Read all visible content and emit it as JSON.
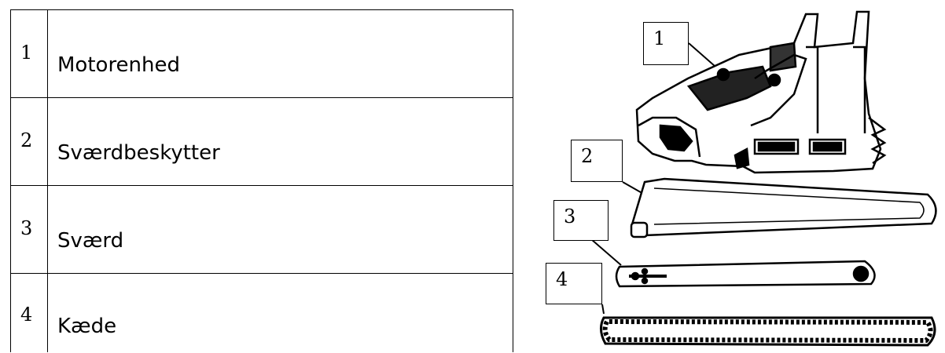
{
  "parts": [
    {
      "number": "1",
      "name": "Motorenhed"
    },
    {
      "number": "2",
      "name": "Sværdbeskytter"
    },
    {
      "number": "3",
      "name": "Sværd"
    },
    {
      "number": "4",
      "name": "Kæde"
    }
  ],
  "figure": {
    "callouts": [
      "1",
      "2",
      "3",
      "4"
    ],
    "image": "chainsaw-parts-illustration"
  }
}
